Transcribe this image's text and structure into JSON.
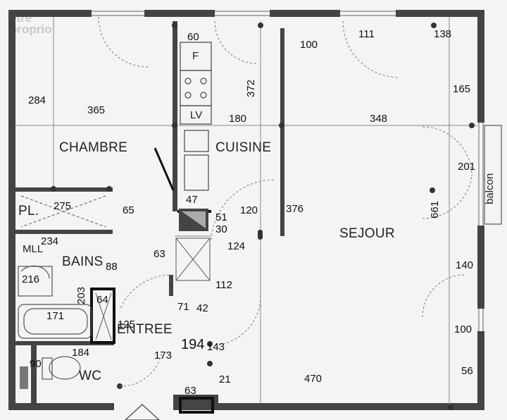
{
  "watermark": {
    "line1": "être",
    "line2": "proprio"
  },
  "rooms": {
    "chambre": "CHAMBRE",
    "cuisine": "CUISINE",
    "sejour": "SEJOUR",
    "bains": "BAINS",
    "entree": "ENTREE",
    "wc": "WC",
    "placard": "PL.",
    "mlle": "MLL",
    "fridge": "F",
    "dishwasher": "LV",
    "balcon": "balcon"
  },
  "dimensions": {
    "d284": "284",
    "d365": "365",
    "d60": "60",
    "d100a": "100",
    "d111": "111",
    "d138": "138",
    "d165": "165",
    "d372": "372",
    "d180": "180",
    "d348": "348",
    "d201": "201",
    "d275": "275",
    "d65": "65",
    "d47": "47",
    "d51": "51",
    "d30": "30",
    "d120": "120",
    "d376": "376",
    "d661": "661",
    "d234": "234",
    "d63a": "63",
    "d124": "124",
    "d88": "88",
    "d216": "216",
    "d140": "140",
    "d203": "203",
    "d64": "64",
    "d112": "112",
    "d71": "71",
    "d42": "42",
    "d171": "171",
    "d125": "125",
    "d100b": "100",
    "d194": "194",
    "d143": "143",
    "d184": "184",
    "d173": "173",
    "d90": "90",
    "d56": "56",
    "d21": "21",
    "d470": "470",
    "d63b": "63"
  }
}
